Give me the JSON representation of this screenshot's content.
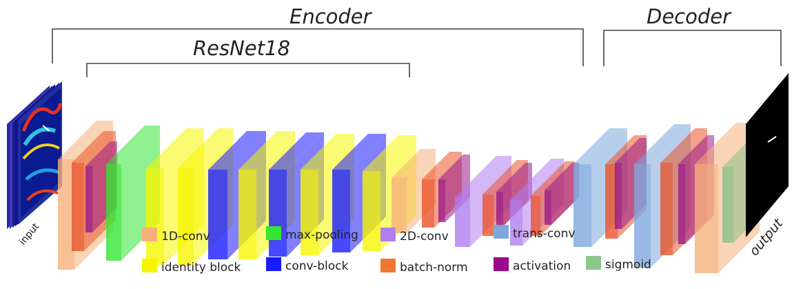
{
  "labels": {
    "encoder": "Encoder",
    "decoder": "Decoder",
    "resnet": "ResNet18",
    "input": "input",
    "output": "output"
  },
  "colors": {
    "conv1d": "#f5b07a",
    "maxpool": "#33e633",
    "conv2d": "#b07ef0",
    "transconv": "#7ea8dc",
    "identity": "#f5f500",
    "convblock": "#1a1aff",
    "batchnorm": "#e8532a",
    "activation": "#9a1a8a",
    "sigmoid": "#88c088"
  },
  "legend": [
    {
      "label": "1D-conv",
      "color": "#f5b07a"
    },
    {
      "label": "max-pooling",
      "color": "#33e633"
    },
    {
      "label": "2D-conv",
      "color": "#b07ef0"
    },
    {
      "label": "trans-conv",
      "color": "#7ea8dc"
    },
    {
      "label": "identity block",
      "color": "#f5f500"
    },
    {
      "label": "conv-block",
      "color": "#1a1aff"
    },
    {
      "label": "batch-norm",
      "color": "#f07830"
    },
    {
      "label": "activation",
      "color": "#9a0a8a"
    },
    {
      "label": "sigmoid",
      "color": "#8cc88c"
    }
  ],
  "layers": [
    {
      "kind": "conv1d"
    },
    {
      "kind": "batchnorm"
    },
    {
      "kind": "activation"
    },
    {
      "kind": "maxpool"
    },
    {
      "kind": "identity"
    },
    {
      "kind": "identity"
    },
    {
      "kind": "convblock"
    },
    {
      "kind": "identity"
    },
    {
      "kind": "convblock"
    },
    {
      "kind": "identity"
    },
    {
      "kind": "convblock"
    },
    {
      "kind": "identity"
    },
    {
      "kind": "conv1d"
    },
    {
      "kind": "batchnorm"
    },
    {
      "kind": "activation"
    },
    {
      "kind": "conv2d"
    },
    {
      "kind": "batchnorm"
    },
    {
      "kind": "activation"
    },
    {
      "kind": "conv2d"
    },
    {
      "kind": "batchnorm"
    },
    {
      "kind": "activation"
    },
    {
      "kind": "transconv"
    },
    {
      "kind": "batchnorm"
    },
    {
      "kind": "activation"
    },
    {
      "kind": "transconv"
    },
    {
      "kind": "batchnorm"
    },
    {
      "kind": "activation"
    },
    {
      "kind": "conv1d"
    },
    {
      "kind": "sigmoid"
    }
  ]
}
